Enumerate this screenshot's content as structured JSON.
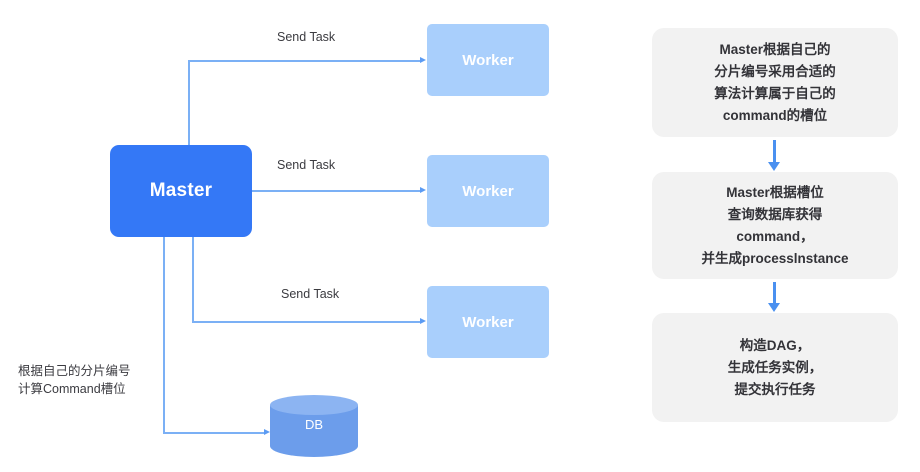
{
  "diagram": {
    "master": {
      "label": "Master"
    },
    "workers": [
      {
        "label": "Worker"
      },
      {
        "label": "Worker"
      },
      {
        "label": "Worker"
      }
    ],
    "edge_labels": [
      {
        "text": "Send Task"
      },
      {
        "text": "Send Task"
      },
      {
        "text": "Send Task"
      }
    ],
    "side_note": "根据自己的分片编号\n计算Command槽位",
    "database": {
      "label": "DB"
    }
  },
  "flow": {
    "steps": [
      {
        "text": "Master根据自己的\n分片编号采用合适的\n算法计算属于自己的\ncommand的槽位"
      },
      {
        "text": "Master根据槽位\n查询数据库获得\ncommand，\n并生成processlnstance"
      },
      {
        "text": "构造DAG，\n生成任务实例，\n提交执行任务"
      }
    ]
  },
  "colors": {
    "master_blue": "#3478f6",
    "worker_blue": "#a9cffc",
    "connector_blue": "#7bb0f5",
    "arrow_blue": "#4a90f0",
    "db_body": "#6c9deb",
    "db_top": "#8cb4f2",
    "flow_box_gray": "#f2f2f2",
    "text_dark": "#333338",
    "background": "#ffffff"
  }
}
